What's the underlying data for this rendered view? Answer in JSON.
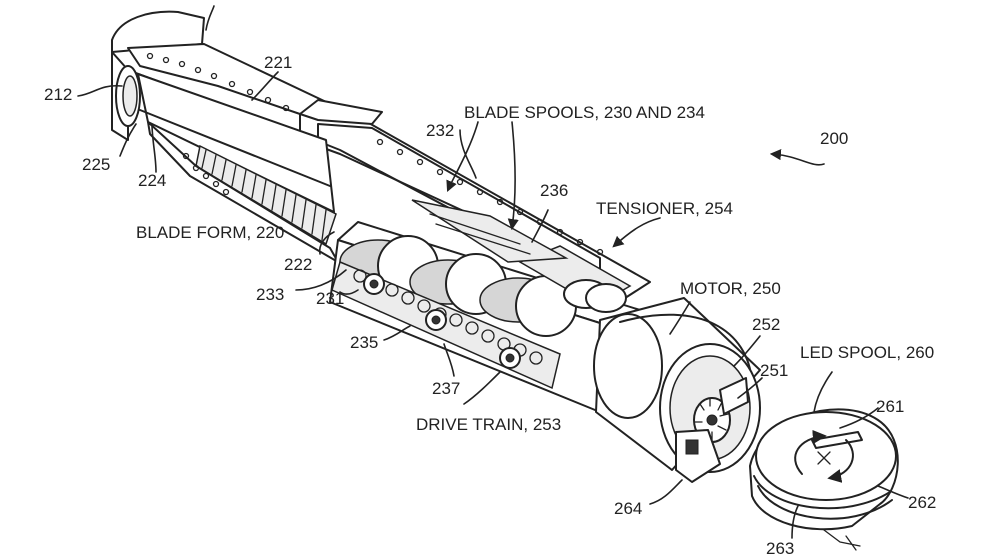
{
  "labels": {
    "ref_200": "200",
    "ref_212": "212",
    "ref_221": "221",
    "ref_222": "222",
    "ref_224": "224",
    "ref_225": "225",
    "ref_231": "231",
    "ref_232": "232",
    "ref_233": "233",
    "ref_235": "235",
    "ref_236": "236",
    "ref_237": "237",
    "ref_251": "251",
    "ref_252": "252",
    "ref_261": "261",
    "ref_262": "262",
    "ref_263": "263",
    "ref_264": "264",
    "blade_form": "BLADE FORM, 220",
    "blade_spools": "BLADE SPOOLS, 230 AND 234",
    "tensioner": "TENSIONER, 254",
    "motor": "MOTOR, 250",
    "led_spool": "LED SPOOL, 260",
    "drive_train": "DRIVE TRAIN, 253"
  }
}
